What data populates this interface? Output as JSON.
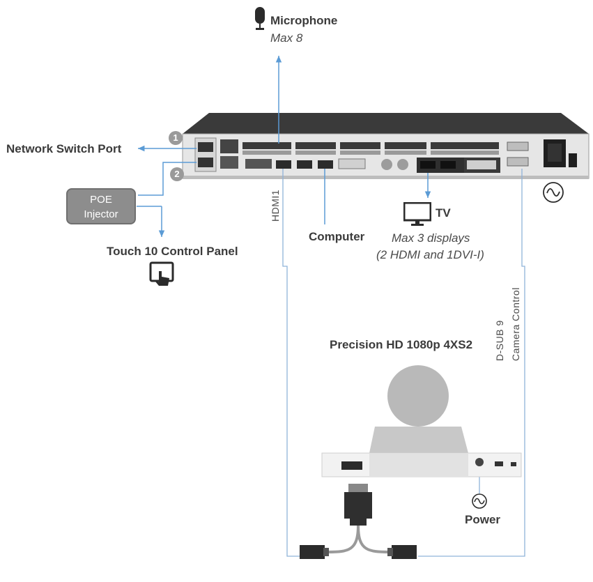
{
  "labels": {
    "microphone": "Microphone",
    "microphone_max": "Max 8",
    "network_switch_port": "Network Switch Port",
    "poe_injector_line1": "POE",
    "poe_injector_line2": "Injector",
    "touch_panel": "Touch 10 Control Panel",
    "hdmi1": "HDMI1",
    "computer": "Computer",
    "tv": "TV",
    "tv_max_line1": "Max 3 displays",
    "tv_max_line2": "(2 HDMI and 1DVI-I)",
    "camera_model": "Precision HD 1080p 4XS2",
    "dsub9": "D-SUB 9",
    "camera_control": "Camera Control",
    "power": "Power"
  },
  "badges": {
    "port1": "1",
    "port2": "2"
  },
  "icons": [
    "microphone-icon",
    "tv-icon",
    "touch-panel-icon",
    "power-ac-icon",
    "camera-power-ac-icon"
  ],
  "colors": {
    "connector_line": "#5b9bd5",
    "cable_line": "#8fb3d9",
    "label_text": "#3b3b3b",
    "device_body": "#2f2f2f",
    "device_panel": "#e4e4e4"
  }
}
